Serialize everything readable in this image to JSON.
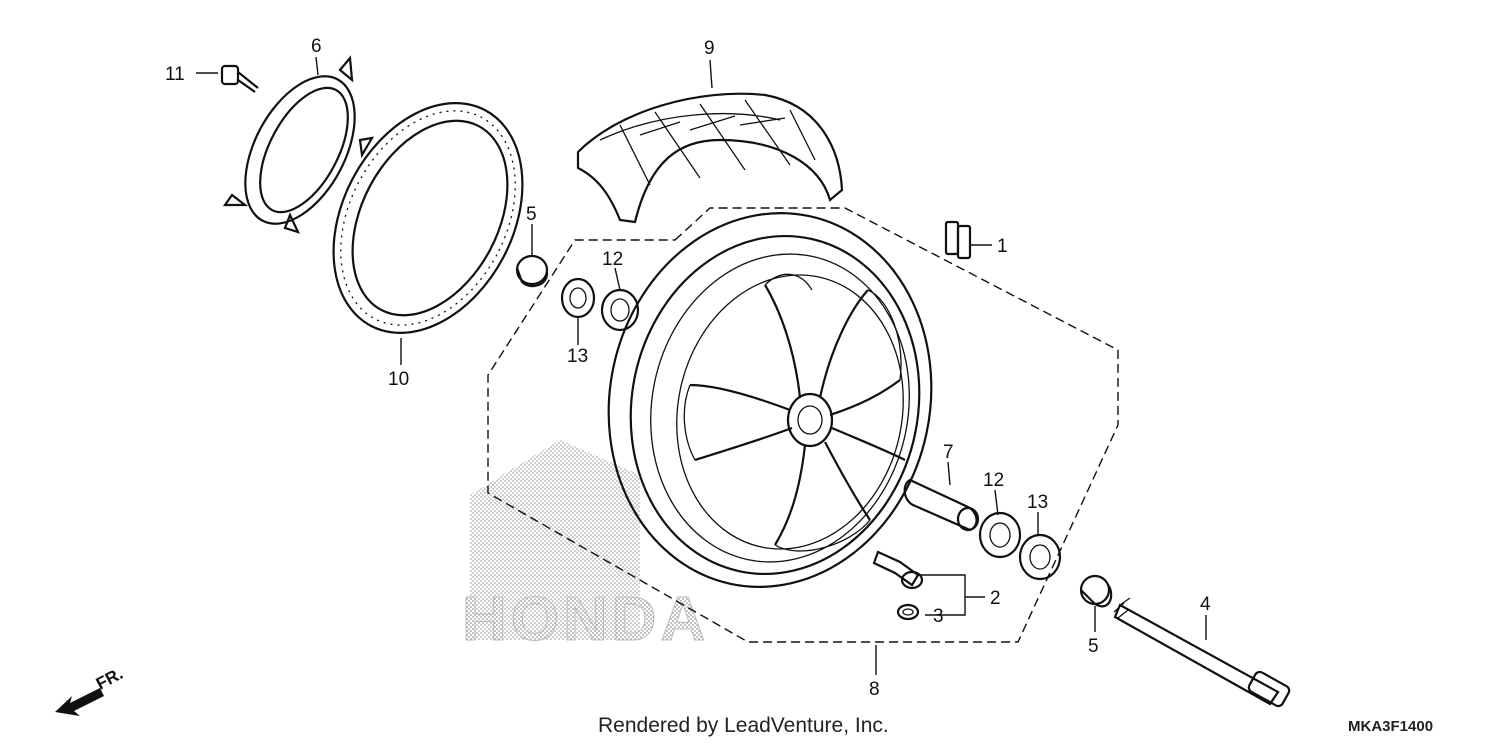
{
  "diagram": {
    "callouts": {
      "c1": "1",
      "c2": "2",
      "c3": "3",
      "c4": "4",
      "c5a": "5",
      "c5b": "5",
      "c6": "6",
      "c7": "7",
      "c8": "8",
      "c9": "9",
      "c10": "10",
      "c11": "11",
      "c12a": "12",
      "c12b": "12",
      "c13a": "13",
      "c13b": "13"
    },
    "watermark": "HONDA",
    "direction_label": "FR.",
    "footer": {
      "credit": "Rendered by LeadVenture, Inc.",
      "code": "MKA3F1400"
    }
  }
}
